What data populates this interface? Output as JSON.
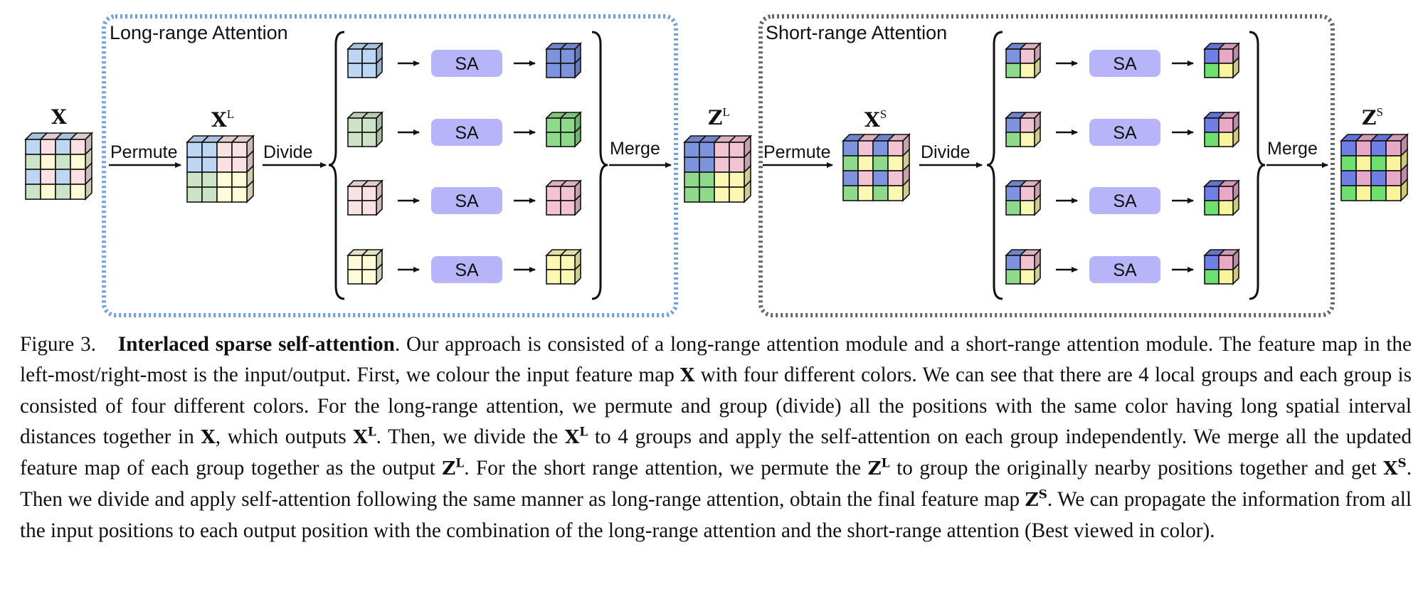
{
  "figure": {
    "long_box_title": "Long-range Attention",
    "short_box_title": "Short-range Attention",
    "labels": {
      "x": "X",
      "xl_base": "X",
      "xl_sup": "L",
      "zl_base": "Z",
      "zl_sup": "L",
      "xs_base": "X",
      "xs_sup": "S",
      "zs_base": "Z",
      "zs_sup": "S"
    },
    "permute_label": "Permute",
    "divide_label": "Divide",
    "merge_label": "Merge",
    "sa_label": "SA",
    "colors": {
      "blue_light": "#bcd6f4",
      "blue_dark": "#7e93de",
      "green_light": "#cde3c6",
      "green_dark": "#8ed98a",
      "pink_light": "#f9e1e4",
      "pink_dark": "#f2c3d3",
      "yellow_light": "#fdfbd8",
      "yellow_dark": "#fcf8b4",
      "sa_fill": "#b8b4fa",
      "long_border": "#6e9fd6",
      "short_border": "#646464"
    }
  },
  "caption": {
    "fig_num": "Figure 3.",
    "bold_title": "Interlaced sparse self-attention",
    "s1": ". Our approach is consisted of a long-range attention module and a short-range attention module. The feature map in the left-most/right-most is the input/output. First, we colour the input feature map ",
    "x1": "X",
    "s2": " with four different colors. We can see that there are 4 local groups and each group is consisted of four different colors. For the long-range attention, we permute and group (divide) all the positions with the same color having long spatial interval distances together in ",
    "x2": "X",
    "s3": ", which outputs ",
    "xl1": "X",
    "xl1_sup": "L",
    "s4": ". Then, we divide the ",
    "xl2": "X",
    "xl2_sup": "L",
    "s5": " to 4 groups and apply the self-attention on each group independently. We merge all the updated feature map of each group together as the output ",
    "zl1": "Z",
    "zl1_sup": "L",
    "s6": ". For the short range attention, we permute the ",
    "zl2": "Z",
    "zl2_sup": "L",
    "s7": " to group the originally nearby positions together and get ",
    "xs1": "X",
    "xs1_sup": "S",
    "s8": ". Then we divide and apply self-attention following the same manner as long-range attention, obtain the final feature map ",
    "zs1": "Z",
    "zs1_sup": "S",
    "s9": ". We can propagate the information from all the input positions to each output position with the combination of the long-range attention and the short-range attention (Best viewed in color)."
  }
}
